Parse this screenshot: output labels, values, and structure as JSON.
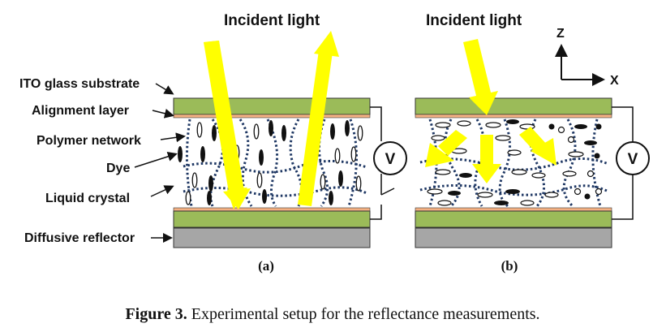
{
  "labels": {
    "ito": "ITO glass substrate",
    "alignment": "Alignment layer",
    "polymer": "Polymer network",
    "dye": "Dye",
    "lc": "Liquid crystal",
    "reflector": "Diffusive reflector"
  },
  "panel_a": {
    "incident": "Incident light",
    "caption": "(a)",
    "voltage": "V"
  },
  "panel_b": {
    "incident": "Incident light",
    "caption": "(b)",
    "voltage": "V"
  },
  "axes": {
    "z": "Z",
    "x": "X"
  },
  "caption": {
    "prefix": "Figure 3.",
    "text": "Experimental setup for the reflectance measurements."
  },
  "colors": {
    "glass": "#9bbb59",
    "alignment": "#f4b183",
    "reflector": "#a6a6a6",
    "light": "#ffff00",
    "network": "#1f3864"
  }
}
